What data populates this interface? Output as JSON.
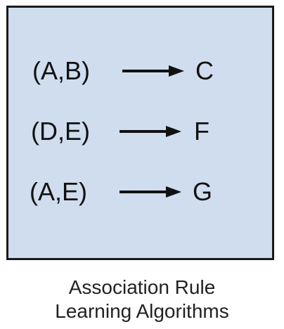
{
  "rules": [
    {
      "antecedent": "(A,B)",
      "consequent": "C"
    },
    {
      "antecedent": "(D,E)",
      "consequent": "F"
    },
    {
      "antecedent": "(A,E)",
      "consequent": "G"
    }
  ],
  "caption": {
    "line1": "Association Rule",
    "line2": "Learning Algorithms"
  },
  "colors": {
    "box_fill": "#d0ddee",
    "box_border": "#1a1a1a",
    "text": "#111111"
  }
}
